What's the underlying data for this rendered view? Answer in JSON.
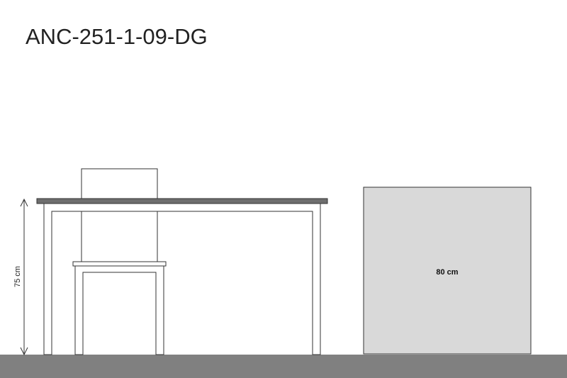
{
  "product_code": "ANC-251-1-09-DG",
  "height_dimension": "75 cm",
  "top_width_dimension": "80 cm",
  "colors": {
    "background": "#ffffff",
    "floor": "#808080",
    "table_top": "#6e6e6e",
    "table_top_plan": "#d9d9d9",
    "stroke": "#333333"
  }
}
